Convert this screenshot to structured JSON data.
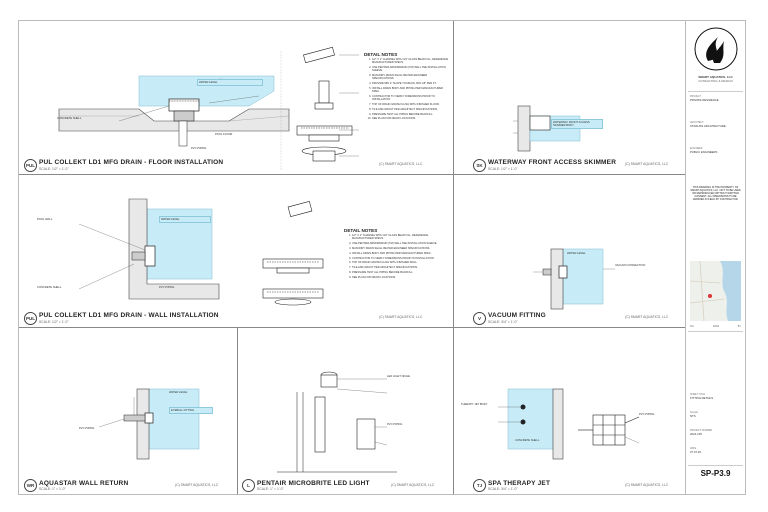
{
  "details": [
    {
      "tag": "PUL",
      "title": "PUL COLLEKT LD1 MFG DRAIN - FLOOR INSTALLATION",
      "scale": "SCALE: 1/2\" = 1'-0\"",
      "credit": "(C) SMART AQUATICS, LLC"
    },
    {
      "tag": "SK",
      "title": "WATERWAY FRONT ACCESS SKIMMER",
      "scale": "SCALE: 1/2\" = 1'-0\"",
      "credit": "(C) SMART AQUATICS, LLC"
    },
    {
      "tag": "PUL",
      "title": "PUL COLLEKT LD1 MFG DRAIN - WALL INSTALLATION",
      "scale": "SCALE: 1/2\" = 1'-0\"",
      "credit": "(C) SMART AQUATICS, LLC"
    },
    {
      "tag": "V",
      "title": "VACUUM FITTING",
      "scale": "SCALE: 3/4\" = 1'-0\"",
      "credit": "(C) SMART AQUATICS, LLC"
    },
    {
      "tag": "WR",
      "title": "AQUASTAR WALL RETURN",
      "scale": "SCALE: 1\" = 1'-0\"",
      "credit": "(C) SMART AQUATICS, LLC"
    },
    {
      "tag": "L",
      "title": "PENTAIR MICROBRITE LED LIGHT",
      "scale": "SCALE: 1\" = 1'-0\"",
      "credit": "(C) SMART AQUATICS, LLC"
    },
    {
      "tag": "TJ",
      "title": "SPA THERAPY JET",
      "scale": "SCALE: 3/4\" = 1'-0\"",
      "credit": "(C) SMART AQUATICS, LLC"
    }
  ],
  "notes_floor": {
    "heading": "DETAIL NOTES",
    "items": [
      "1/2\" X 1\" CHANNEL WITH 3/4\" GLASS BEAD FILL, REFERENCE MANUFACTURER SPECS.",
      "USE PENTAIR ARMORDRAIN (TM) WALL TEE INSTALLATION SLEEVE.",
      "MASONRY DRAIN SHALL BE PER ENGINEER SPECIFICATIONS.",
      "PROVIDE MIN 2\" SLOPE TO DRAIN, MIN 1/8\" PER FT.",
      "INSTALL DRAIN BODY AND PIPING PER MANUFACTURER SPEC.",
      "CONTRACTOR TO VERIFY DIMENSIONS PRIOR TO INSTALLATION.",
      "TOP OF DRAIN GRATE FLUSH WITH FINISHED FLOOR.",
      "TILE AND GROUT PER ARCHITECT SPECIFICATIONS.",
      "PRESSURE TEST ALL PIPING BEFORE BACKFILL.",
      "SEE PLAN FOR DRAIN LOCATIONS."
    ]
  },
  "notes_wall": {
    "heading": "DETAIL NOTES",
    "items": [
      "1/2\" X 1\" CHANNEL WITH 3/4\" GLASS BEAD FILL, REFERENCE MANUFACTURER SPECS.",
      "USE PENTAIR ARMORDRAIN (TM) WALL TEE INSTALLATION SLEEVE.",
      "MASONRY DRAIN SHALL BE PER ENGINEER SPECIFICATIONS.",
      "INSTALL DRAIN BODY AND PIPING PER MANUFACTURER SPEC.",
      "CONTRACTOR TO VERIFY DIMENSIONS PRIOR TO INSTALLATION.",
      "TOP OF DRAIN GRATE FLUSH WITH FINISHED WALL.",
      "TILE AND GROUT PER ARCHITECT SPECIFICATIONS.",
      "PRESSURE TEST ALL PIPING BEFORE BACKFILL.",
      "SEE PLAN FOR DRAIN LOCATIONS."
    ]
  },
  "callouts": {
    "water_level": "WATER LEVEL",
    "pool_floor": "POOL FLOOR",
    "pool_wall": "POOL WALL",
    "skimmer": "WATERWAY FRONT ACCESS SKIMMER BODY",
    "vacuum": "VACUUM CONNECTION",
    "return": "EYEBALL FITTING",
    "led": "LED LIGHT NICHE",
    "jet": "THERAPY JET BODY",
    "concrete": "CONCRETE SHELL",
    "pipe": "PVC PIPING"
  },
  "title_block": {
    "company": "SMART AQUATICS, LLC",
    "address": "CONSULTING & DESIGN",
    "project_label": "PROJECT",
    "project": "PRIVATE RESIDENCE",
    "architect_label": "ARCHITECT",
    "architect": "STRAUSS ARCHITECTURE",
    "engineer_label": "ENGINEER",
    "engineer": "PUBLIC ENGINEERS",
    "disclaimer": "THIS DRAWING IS THE PROPERTY OF SMART AQUATICS, LLC. NOT TO BE USED OR REPRODUCED WITHOUT WRITTEN CONSENT. ALL DIMENSIONS TO BE VERIFIED IN FIELD BY CONTRACTOR.",
    "rev_no": "NO.",
    "rev_date": "DATE",
    "rev_by": "BY",
    "sheet_title_label": "SHEET TITLE",
    "sheet_title": "FITTING DETAILS",
    "scale_label": "SCALE",
    "scale": "NTS",
    "project_no_label": "PROJECT NUMBER",
    "project_no": "2024-105",
    "date_label": "DATE",
    "date": "07.07.25",
    "sheet_no": "SP-P3.9"
  },
  "colors": {
    "water": "#c8ecf7",
    "line": "#444444",
    "concrete": "#dddddd"
  }
}
